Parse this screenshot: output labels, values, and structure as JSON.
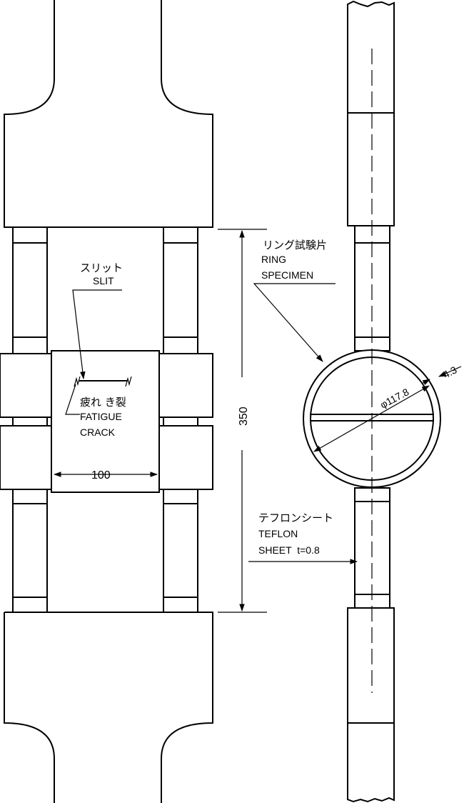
{
  "labels": {
    "slit_jp": "スリット",
    "slit_en": "SLIT",
    "crack_jp": "疲れ き裂",
    "crack_en_1": "FATIGUE",
    "crack_en_2": "CRACK",
    "width_dim": "100",
    "height_dim": "350",
    "ring_jp": "リング試験片",
    "ring_en_1": "RING",
    "ring_en_2": "SPECIMEN",
    "diameter": "φ117.8",
    "thickness": "4.3",
    "teflon_jp": "テフロンシート",
    "teflon_en_1": "TEFLON",
    "teflon_en_2": "SHEET  t=0.8"
  }
}
